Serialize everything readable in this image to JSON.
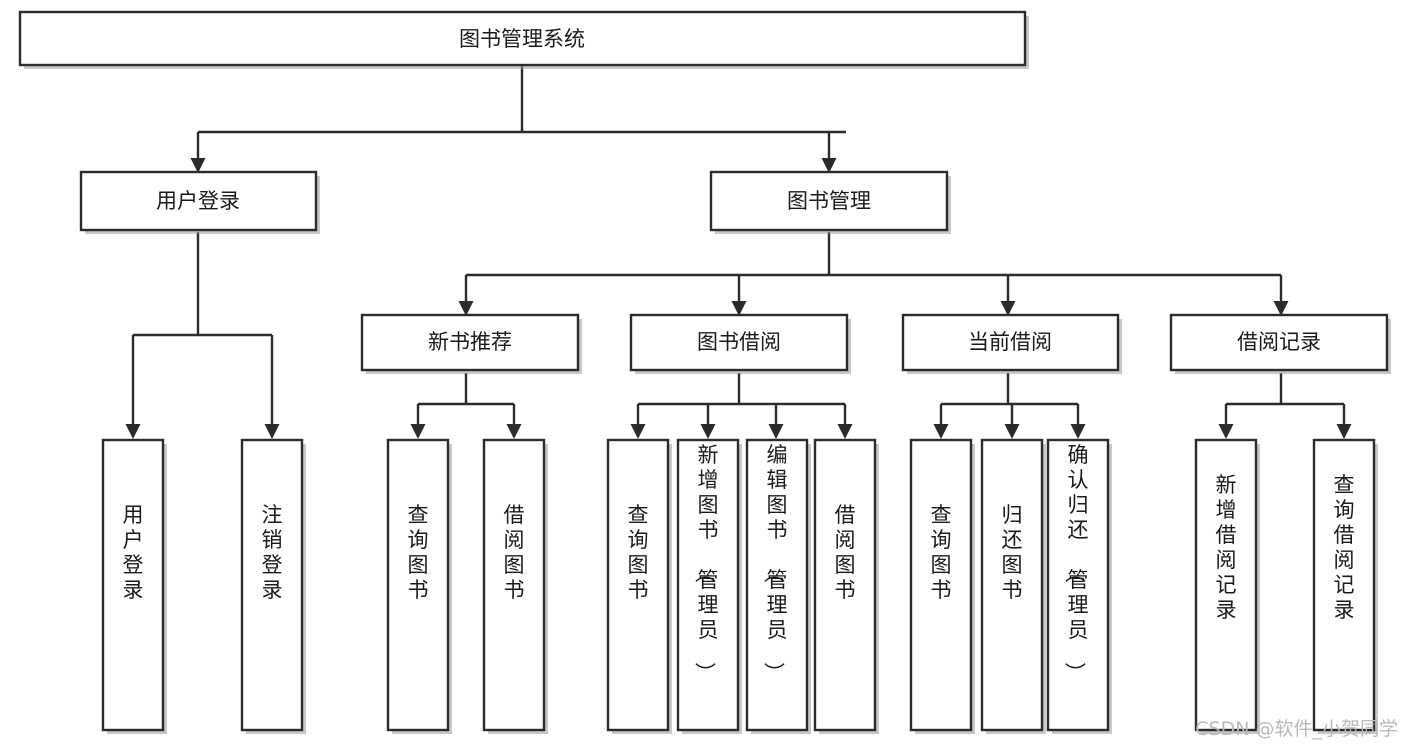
{
  "diagram": {
    "title": "图书管理系统",
    "type": "tree-hierarchy",
    "orientation": "top-down",
    "colors": {
      "box_stroke": "#2b2b2b",
      "box_fill": "#ffffff",
      "connector": "#2b2b2b",
      "text": "#1a1a1a",
      "watermark": "#b9b9b9",
      "background": "#ffffff"
    },
    "root": {
      "id": "root",
      "label": "图书管理系统"
    },
    "level2": [
      {
        "id": "user-login",
        "label": "用户登录"
      },
      {
        "id": "book-management",
        "label": "图书管理"
      }
    ],
    "level3": [
      {
        "id": "new-book-recommend",
        "label": "新书推荐",
        "parent": "book-management"
      },
      {
        "id": "book-borrow",
        "label": "图书借阅",
        "parent": "book-management"
      },
      {
        "id": "current-borrow",
        "label": "当前借阅",
        "parent": "book-management"
      },
      {
        "id": "borrow-record",
        "label": "借阅记录",
        "parent": "book-management"
      }
    ],
    "leaves": [
      {
        "id": "leaf-user-login",
        "label": "用户登录",
        "parent": "user-login"
      },
      {
        "id": "leaf-logout-login",
        "label": "注销登录",
        "parent": "user-login"
      },
      {
        "id": "leaf-query-book-1",
        "label": "查询图书",
        "parent": "new-book-recommend"
      },
      {
        "id": "leaf-borrow-book-1",
        "label": "借阅图书",
        "parent": "new-book-recommend"
      },
      {
        "id": "leaf-query-book-2",
        "label": "查询图书",
        "parent": "book-borrow"
      },
      {
        "id": "leaf-add-book",
        "label": "新增图书（管理员）",
        "parent": "book-borrow"
      },
      {
        "id": "leaf-edit-book",
        "label": "编辑图书（管理员）",
        "parent": "book-borrow"
      },
      {
        "id": "leaf-borrow-book-2",
        "label": "借阅图书",
        "parent": "book-borrow"
      },
      {
        "id": "leaf-query-book-3",
        "label": "查询图书",
        "parent": "current-borrow"
      },
      {
        "id": "leaf-return-book",
        "label": "归还图书",
        "parent": "current-borrow"
      },
      {
        "id": "leaf-confirm-return",
        "label": "确认归还（管理员）",
        "parent": "current-borrow"
      },
      {
        "id": "leaf-add-record",
        "label": "新增借阅记录",
        "parent": "borrow-record"
      },
      {
        "id": "leaf-query-record",
        "label": "查询借阅记录",
        "parent": "borrow-record"
      }
    ],
    "watermark": "CSDN @软件_小贺同学"
  }
}
